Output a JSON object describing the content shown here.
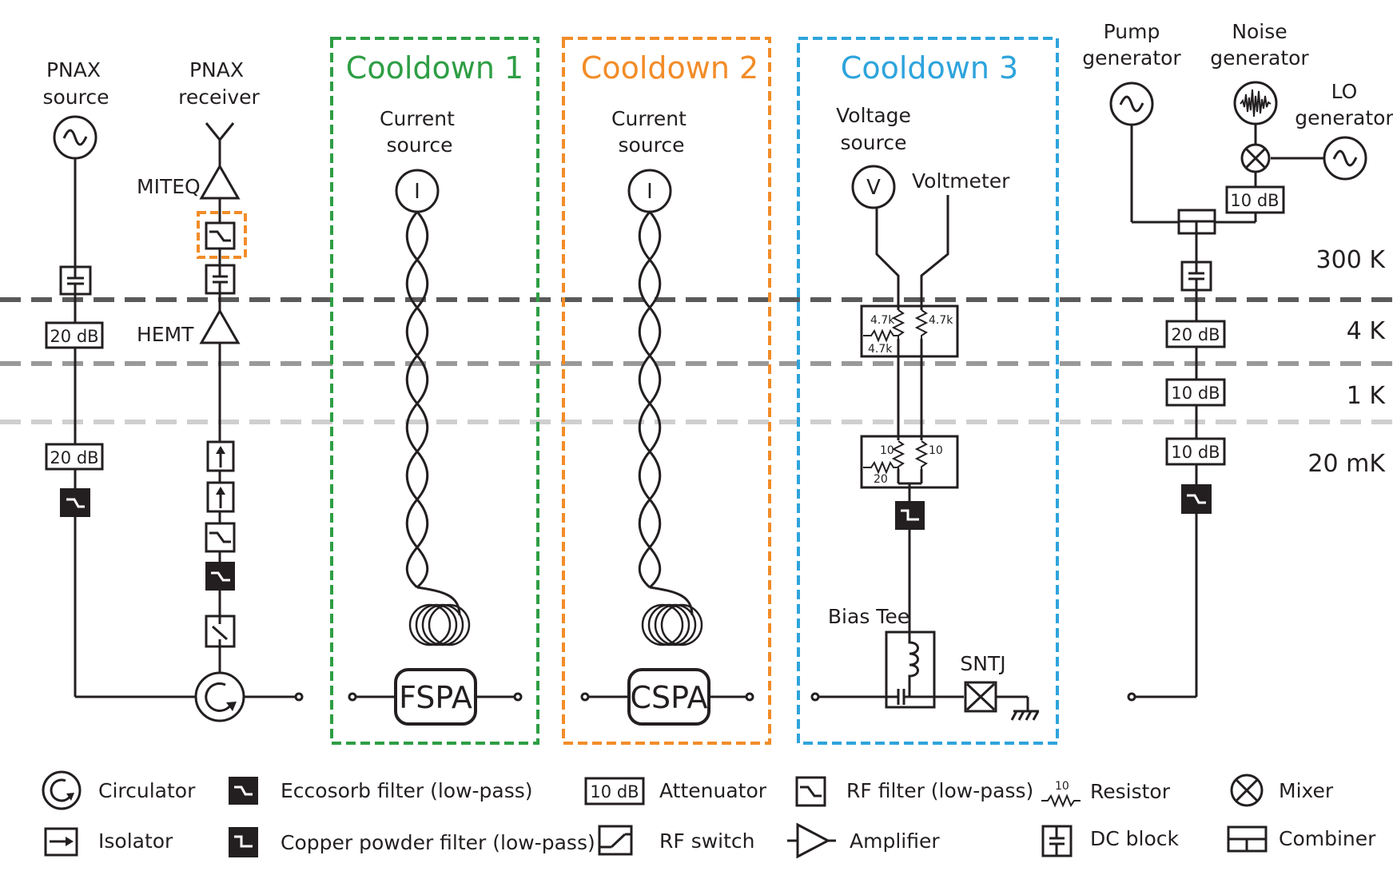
{
  "temperature_levels": [
    "300 K",
    "4 K",
    "1 K",
    "20 mK"
  ],
  "colors": {
    "cooldown1": "#2e9e44",
    "cooldown2": "#f28c28",
    "cooldown3": "#2ea4dc",
    "line_300K": "#666666",
    "line_4K": "#555555",
    "line_1K": "#999999",
    "line_20mK": "#cccccc",
    "ink": "#231f20"
  },
  "source_chain": {
    "label_line1": "PNAX",
    "label_line2": "source",
    "attenuators": [
      "20 dB",
      "20 dB"
    ]
  },
  "receiver_chain": {
    "label_line1": "PNAX",
    "label_line2": "receiver",
    "amp_top": "MITEQ",
    "amp_bottom": "HEMT"
  },
  "cooldowns": [
    {
      "title": "Cooldown 1",
      "source_line1": "Current",
      "source_line2": "source",
      "source_symbol": "I",
      "device": "FSPA"
    },
    {
      "title": "Cooldown 2",
      "source_line1": "Current",
      "source_line2": "source",
      "source_symbol": "I",
      "device": "CSPA"
    },
    {
      "title": "Cooldown 3",
      "source_line1": "Voltage",
      "source_line2": "source",
      "source_symbol": "V",
      "meter": "Voltmeter",
      "resistors_4K": [
        "4.7k",
        "4.7k",
        "4.7k"
      ],
      "resistors_20mK": [
        "10",
        "10",
        "20"
      ],
      "bias_tee": "Bias Tee",
      "device": "SNTJ"
    }
  ],
  "pump_chain": {
    "pump_line1": "Pump",
    "pump_line2": "generator",
    "noise_line1": "Noise",
    "noise_line2": "generator",
    "lo_line1": "LO",
    "lo_line2": "generator",
    "attenuators": [
      "10 dB",
      "20 dB",
      "10 dB",
      "10 dB"
    ]
  },
  "legend": {
    "circulator": "Circulator",
    "eccosorb": "Eccosorb filter (low-pass)",
    "attenuator": "Attenuator",
    "attenuator_box": "10 dB",
    "rf_filter": "RF filter (low-pass)",
    "resistor": "Resistor",
    "resistor_value": "10",
    "mixer": "Mixer",
    "isolator": "Isolator",
    "copper": "Copper powder filter (low-pass)",
    "rf_switch": "RF switch",
    "amplifier": "Amplifier",
    "dc_block": "DC block",
    "combiner": "Combiner"
  }
}
